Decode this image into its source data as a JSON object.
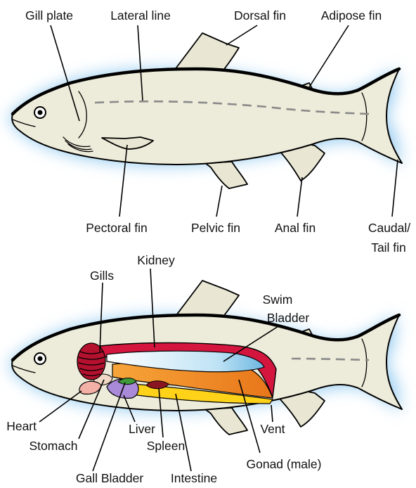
{
  "external_labels": {
    "gill_plate": "Gill plate",
    "lateral_line": "Lateral line",
    "dorsal_fin": "Dorsal fin",
    "adipose_fin": "Adipose fin",
    "pectoral_fin": "Pectoral fin",
    "pelvic_fin": "Pelvic fin",
    "anal_fin": "Anal fin",
    "caudal_fin_1": "Caudal/",
    "caudal_fin_2": "Tail fin"
  },
  "internal_labels": {
    "kidney": "Kidney",
    "gills": "Gills",
    "swim_bladder_1": "Swim",
    "swim_bladder_2": "Bladder",
    "heart": "Heart",
    "stomach": "Stomach",
    "liver": "Liver",
    "spleen": "Spleen",
    "gall_bladder": "Gall Bladder",
    "intestine": "Intestine",
    "vent": "Vent",
    "gonad": "Gonad (male)"
  },
  "colors": {
    "body": "#edebd9",
    "fin": "#e9e7d3",
    "glow": "#9fd0f2",
    "kidney": "#d4163f",
    "swim_bladder": "#cfe9f6",
    "gills": "#b3112e",
    "gonad": "#f08a1e",
    "intestine": "#ffd21a",
    "liver": "#a98ad8",
    "spleen": "#8a1420",
    "gall_bladder": "#3f9a3a",
    "heart": "#f3b0a6"
  }
}
